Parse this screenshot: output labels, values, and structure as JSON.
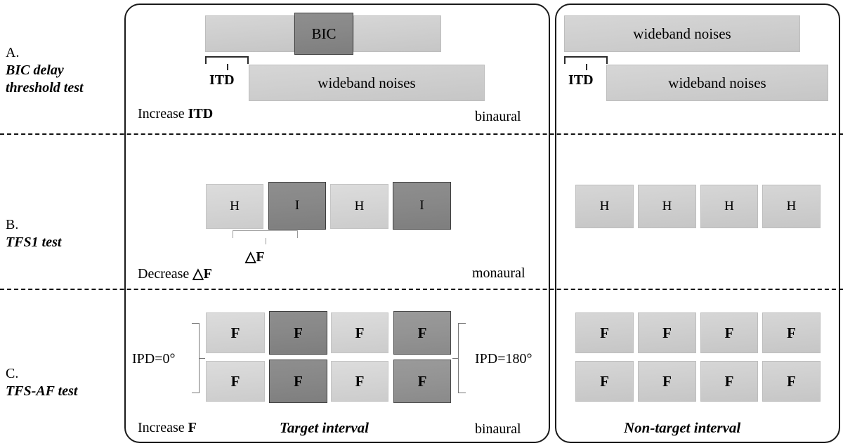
{
  "figure": {
    "panels": {
      "target": {
        "caption": "Target interval"
      },
      "nontarget": {
        "caption": "Non-target interval"
      }
    },
    "rows": [
      {
        "id": "A",
        "letter": "A.",
        "name": "BIC delay threshold test",
        "procedure_prefix": "Increase ",
        "procedure_param": "ITD",
        "mode": "binaural",
        "brace_label": "ITD",
        "target": {
          "top_bar": {
            "segments": [
              "",
              "BIC",
              ""
            ]
          },
          "bottom_bar": {
            "label": "wideband noises"
          }
        },
        "nontarget": {
          "top_bar": {
            "label": "wideband noises"
          },
          "bottom_bar": {
            "label": "wideband noises"
          },
          "brace_label": "ITD"
        }
      },
      {
        "id": "B",
        "letter": "B.",
        "name": "TFS1 test",
        "procedure_prefix": "Decrease ",
        "procedure_param": "△F",
        "mode": "monaural",
        "brace_label": "△F",
        "target": {
          "boxes": [
            "H",
            "I",
            "H",
            "I"
          ]
        },
        "nontarget": {
          "boxes": [
            "H",
            "H",
            "H",
            "H"
          ]
        }
      },
      {
        "id": "C",
        "letter": "C.",
        "name": "TFS-AF test",
        "procedure_prefix": "Increase ",
        "procedure_param": "F",
        "mode": "binaural",
        "left_bracket_label": "IPD=0°",
        "right_bracket_label": "IPD=180°",
        "target": {
          "row_top": [
            "F",
            "F",
            "F",
            "F"
          ],
          "row_bottom": [
            "F",
            "F",
            "F",
            "F"
          ]
        },
        "nontarget": {
          "row_top": [
            "F",
            "F",
            "F",
            "F"
          ],
          "row_bottom": [
            "F",
            "F",
            "F",
            "F"
          ]
        }
      }
    ],
    "colors": {
      "light_box": "#d4d4d4",
      "dark_box": "#949494",
      "darker_box": "#888888",
      "outline": "#1a1a1a"
    }
  }
}
